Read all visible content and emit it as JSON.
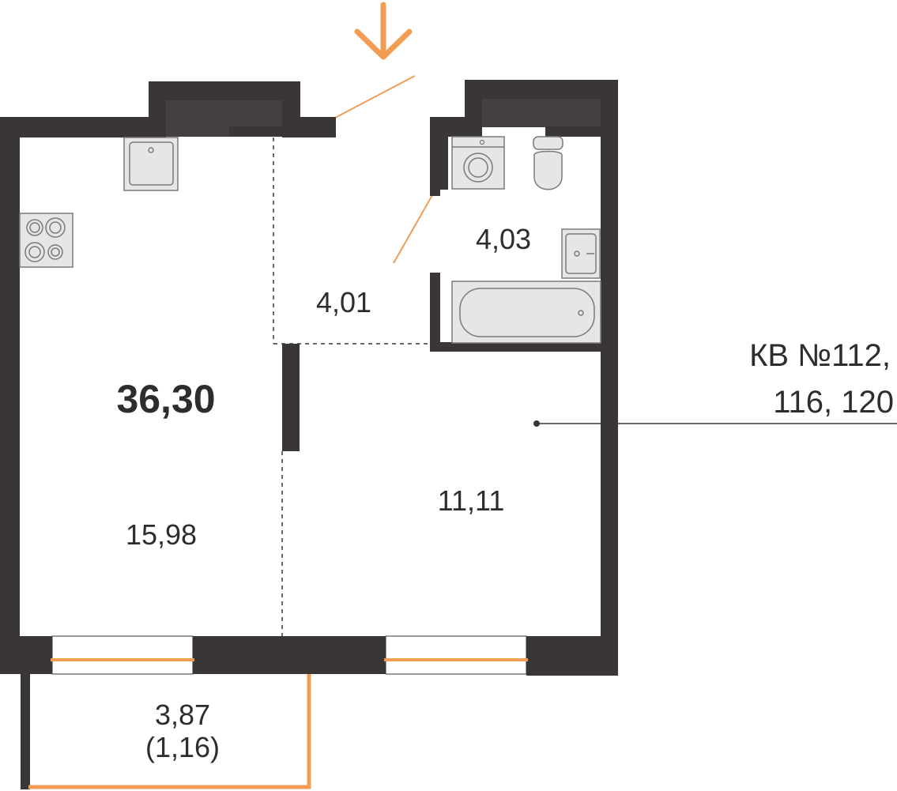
{
  "plan": {
    "total_area": "36,30",
    "apartment_label_line1": "КВ №112,",
    "apartment_label_line2": "116, 120",
    "rooms": {
      "living": "15,98",
      "room": "11,11",
      "hall": "4,01",
      "bathroom": "4,03",
      "balcony": "3,87",
      "balcony_reduced": "(1,16)"
    },
    "colors": {
      "wall": "#3a3636",
      "accent": "#f39c54",
      "fixture": "#e6e6e6",
      "text": "#2f2c2c"
    },
    "icons": {
      "entrance": "arrow-down-icon",
      "sink": "sink-icon",
      "stove": "stove-icon",
      "washer": "washing-machine-icon",
      "toilet": "toilet-icon",
      "washbasin": "washbasin-icon",
      "bathtub": "bathtub-icon"
    }
  }
}
